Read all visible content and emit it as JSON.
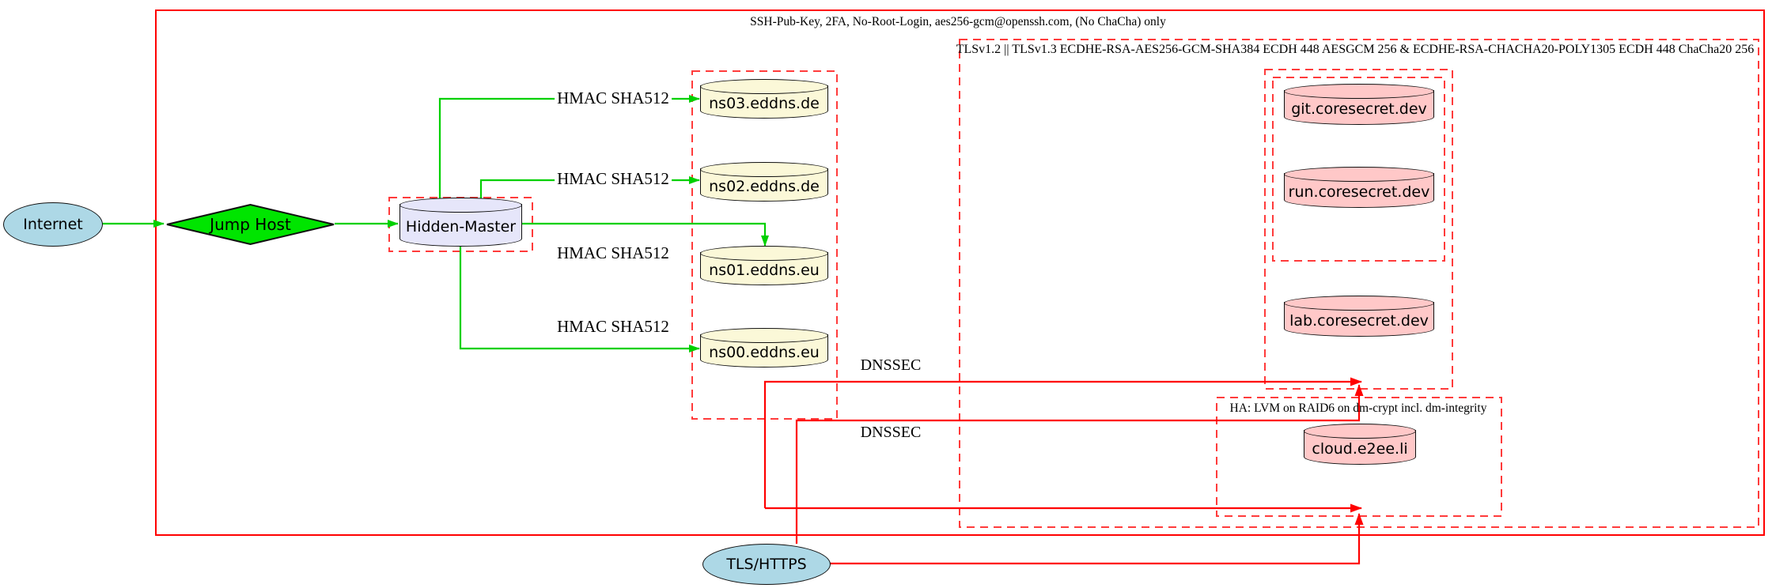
{
  "diagram": {
    "clusters": {
      "ssh": {
        "label": "SSH-Pub-Key, 2FA, No-Root-Login, aes256-gcm@openssh.com, (No ChaCha) only"
      },
      "tls": {
        "label": "TLSv1.2 || TLSv1.3 ECDHE-RSA-AES256-GCM-SHA384 ECDH 448 AESGCM 256 & ECDHE-RSA-CHACHA20-POLY1305 ECDH 448 ChaCha20 256"
      },
      "ha": {
        "label": "HA: LVM on RAID6 on dm-crypt incl. dm-integrity"
      }
    },
    "nodes": {
      "internet": "Internet",
      "jump_host": "Jump Host",
      "hidden_master": "Hidden-Master",
      "ns03": "ns03.eddns.de",
      "ns02": "ns02.eddns.de",
      "ns01": "ns01.eddns.eu",
      "ns00": "ns00.eddns.eu",
      "git": "git.coresecret.dev",
      "run": "run.coresecret.dev",
      "lab": "lab.coresecret.dev",
      "cloud": "cloud.e2ee.li",
      "tls_https": "TLS/HTTPS"
    },
    "edge_labels": {
      "hmac1": "HMAC SHA512",
      "hmac2": "HMAC SHA512",
      "hmac3": "HMAC SHA512",
      "hmac4": "HMAC SHA512",
      "dnssec1": "DNSSEC",
      "dnssec2": "DNSSEC"
    },
    "colors": {
      "red_solid": "#FF0000",
      "red_dashed": "#FF3B3B",
      "green_edge": "#00D000",
      "diamond_fill": "#00E500",
      "node_blue": "#ADD8E6",
      "node_lavender": "#E6E6FA",
      "node_yellow": "#FBF8D8",
      "node_pink": "#FFC8C8",
      "stroke_black": "#101010"
    }
  }
}
